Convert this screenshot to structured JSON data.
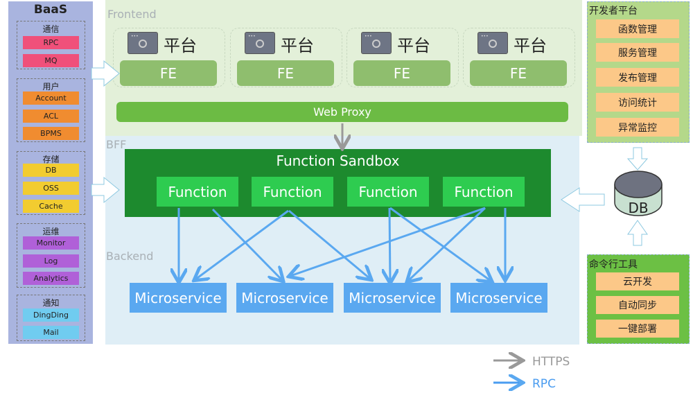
{
  "baas": {
    "title": "BaaS",
    "groups": [
      {
        "title": "通信",
        "color": "#f0507a",
        "items": [
          "RPC",
          "MQ"
        ]
      },
      {
        "title": "用户",
        "color": "#f08c30",
        "items": [
          "Account",
          "ACL",
          "BPMS"
        ]
      },
      {
        "title": "存储",
        "color": "#f2cc30",
        "items": [
          "DB",
          "OSS",
          "Cache"
        ]
      },
      {
        "title": "运维",
        "color": "#b060d8",
        "items": [
          "Monitor",
          "Log",
          "Analytics"
        ]
      },
      {
        "title": "通知",
        "color": "#70ccf0",
        "items": [
          "DingDing",
          "Mail"
        ]
      }
    ]
  },
  "frontend": {
    "label": "Frontend",
    "platforms": [
      {
        "title": "平台",
        "fe": "FE",
        "icon": "browser-icon"
      },
      {
        "title": "平台",
        "fe": "FE",
        "icon": "browser-icon"
      },
      {
        "title": "平台",
        "fe": "FE",
        "icon": "browser-icon"
      },
      {
        "title": "平台",
        "fe": "FE",
        "icon": "browser-icon"
      }
    ],
    "proxy": "Web Proxy"
  },
  "bff": {
    "label": "BFF",
    "sandbox": "Function Sandbox",
    "functions": [
      "Function",
      "Function",
      "Function",
      "Function"
    ]
  },
  "backend": {
    "label": "Backend",
    "microservices": [
      "Microservice",
      "Microservice",
      "Microservice",
      "Microservice"
    ]
  },
  "dev_platform": {
    "title": "开发者平台",
    "items": [
      "函数管理",
      "服务管理",
      "发布管理",
      "访问统计",
      "异常监控"
    ]
  },
  "db": {
    "label": "DB"
  },
  "cli": {
    "title": "命令行工具",
    "items": [
      "云开发",
      "自动同步",
      "一键部署"
    ]
  },
  "legend": [
    {
      "label": "HTTPS",
      "color": "#999999"
    },
    {
      "label": "RPC",
      "color": "#4a9cf0"
    }
  ]
}
